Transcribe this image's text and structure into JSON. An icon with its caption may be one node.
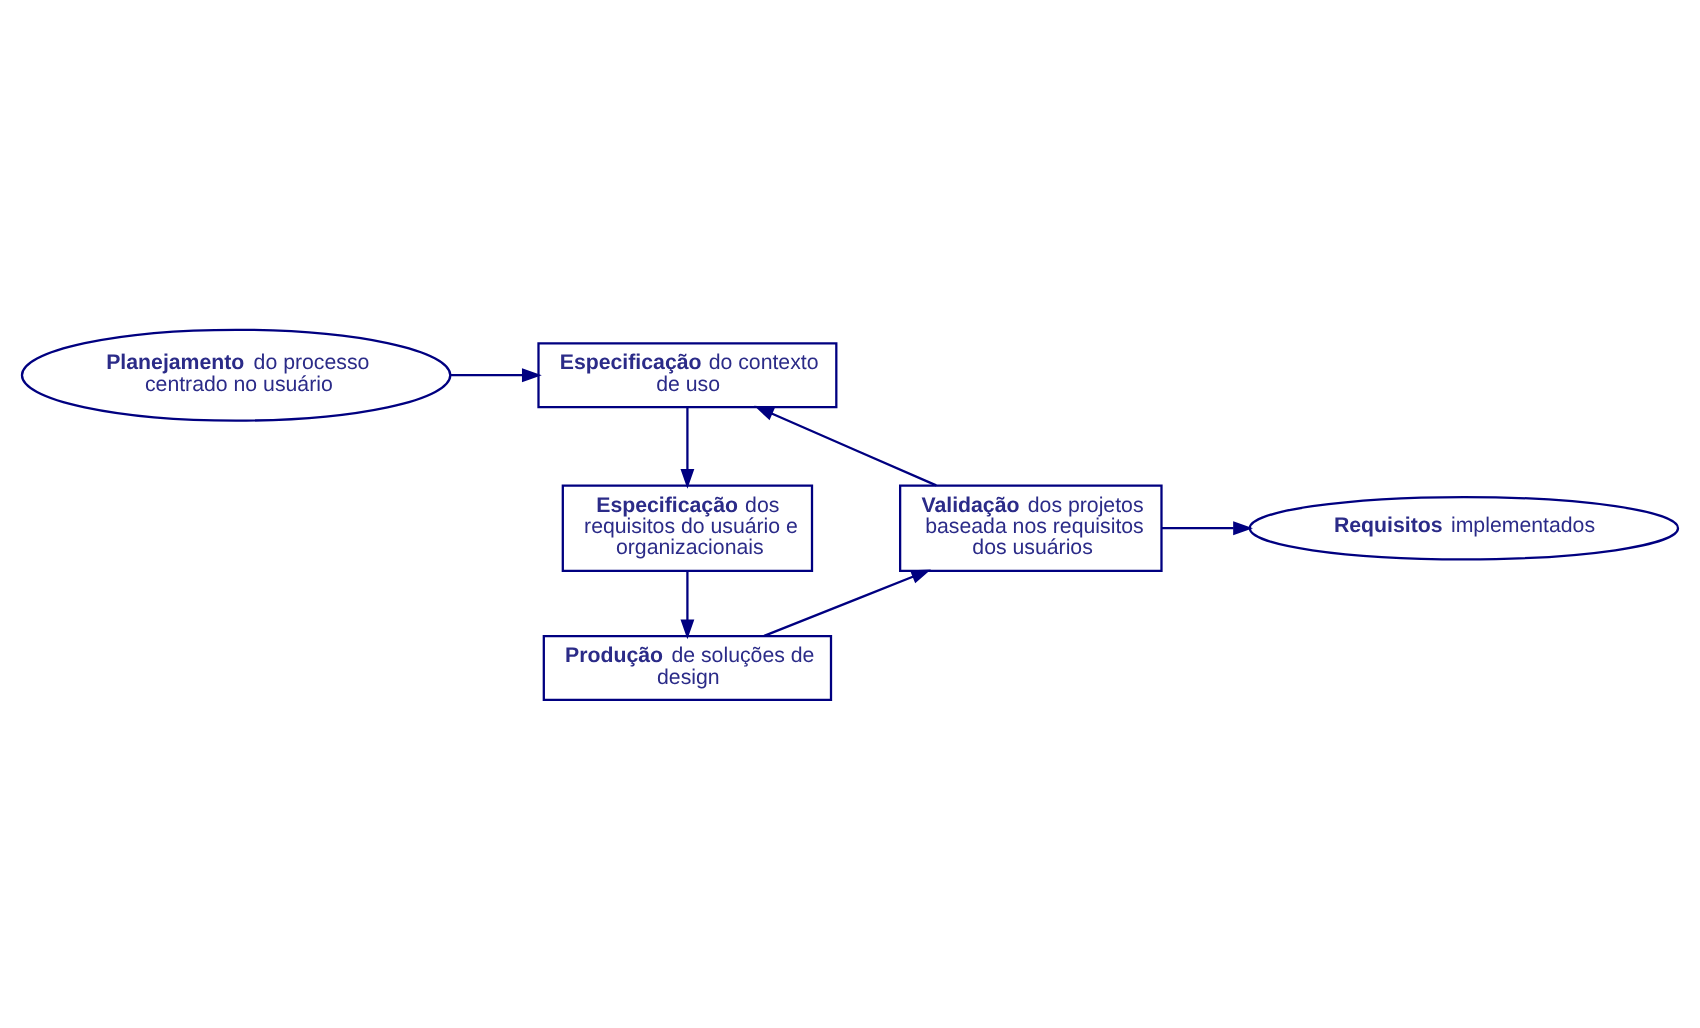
{
  "diagram": {
    "nodes": [
      {
        "text": [
          "**Planejamento** do processo centrado no usuário"
        ]
      },
      {
        "text": [
          "**Especificação** do contexto de uso"
        ]
      },
      {
        "text": [
          "**Especificação** dos requisitos do usuário e organizacionais"
        ]
      },
      {
        "text": [
          "**Produção** de soluções de design"
        ]
      },
      {
        "text": [
          "**Validação** dos projetos baseada nos requisitos dos usuários"
        ]
      },
      {
        "text": [
          "**Requisitos** implementados"
        ]
      }
    ],
    "edges": [
      {
        "from": 0,
        "to": 1,
        "arrow": "to"
      },
      {
        "from": 1,
        "to": 2,
        "arrow": "to"
      },
      {
        "from": 2,
        "to": 3,
        "arrow": "to"
      },
      {
        "from": 3,
        "to": 4,
        "arrow": "to"
      },
      {
        "from": 4,
        "to": 1,
        "arrow": "to"
      },
      {
        "from": 4,
        "to": 5,
        "arrow": "to"
      }
    ]
  }
}
